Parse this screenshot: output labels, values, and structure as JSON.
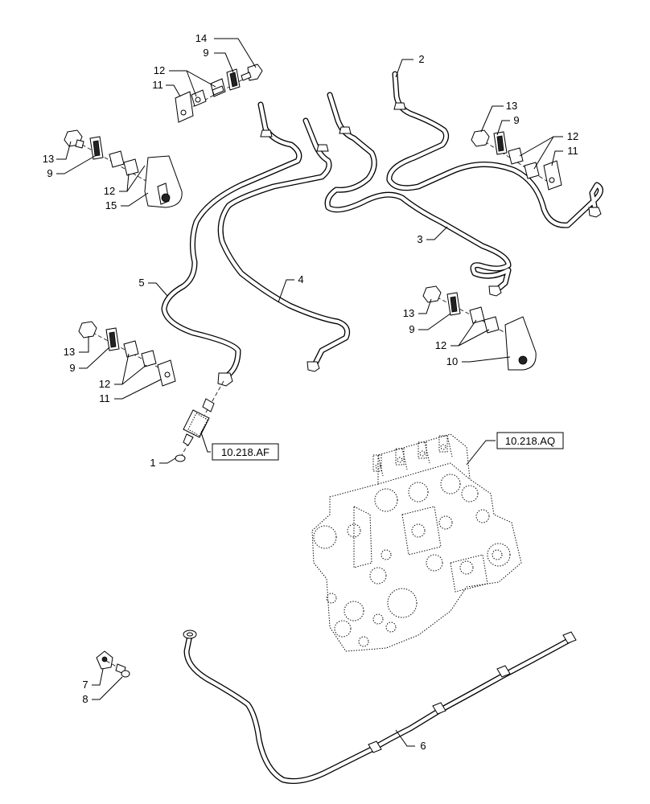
{
  "diagram": {
    "callouts": [
      "1",
      "2",
      "3",
      "4",
      "5",
      "6",
      "7",
      "8",
      "9",
      "10",
      "11",
      "12",
      "13",
      "14",
      "15"
    ],
    "references": [
      "10.218.AF",
      "10.218.AQ"
    ]
  }
}
